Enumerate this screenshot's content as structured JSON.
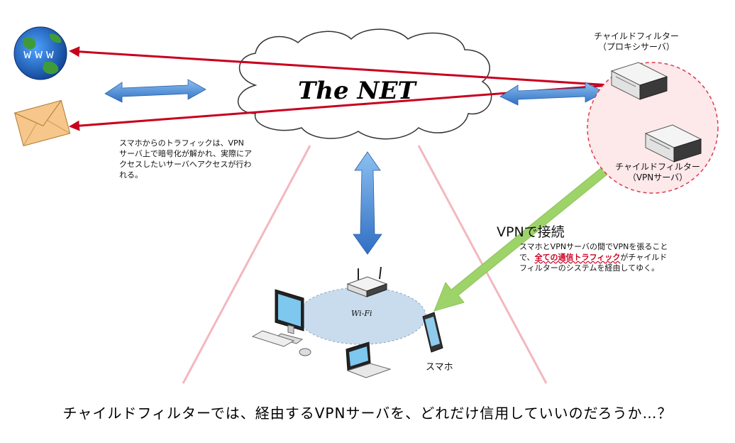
{
  "cloud": {
    "title": "The NET"
  },
  "internet": {
    "www_text": "www"
  },
  "proxy_server": {
    "line1": "チャイルドフィルター",
    "line2": "（プロキシサーバ）"
  },
  "vpn_server": {
    "line1": "チャイルドフィルター",
    "line2": "（VPNサーバ）"
  },
  "left_note": {
    "l1": "スマホからのトラフィックは、VPN",
    "l2": "サーバ上で暗号化が解かれ、実際にア",
    "l3": "クセスしたいサーバへアクセスが行わ",
    "l4": "れる。"
  },
  "vpn_section": {
    "heading": "VPNで接続",
    "l1": "スマホとVPNサーバの間でVPNを張ることで、",
    "l2_pre": "で、",
    "l2_emph": "全ての通信トラフィック",
    "l2_post": "がチャイルド",
    "l3": "フィルターのシステムを経由してゆく。"
  },
  "wifi": {
    "label": "Wi-Fi"
  },
  "phone": {
    "label": "スマホ"
  },
  "bottom": {
    "question": "チャイルドフィルターでは、経由するVPNサーバを、どれだけ信用していいのだろうか…？"
  },
  "colors": {
    "arrow_red": "#c8001e",
    "arrow_blue": "#3a7cd0",
    "arrow_green": "#9ed36a",
    "cone_pink": "#f2b8bf",
    "halo_fill": "#fde8ea",
    "halo_stroke": "#e0384a",
    "wifi_fill": "#c9dced"
  }
}
